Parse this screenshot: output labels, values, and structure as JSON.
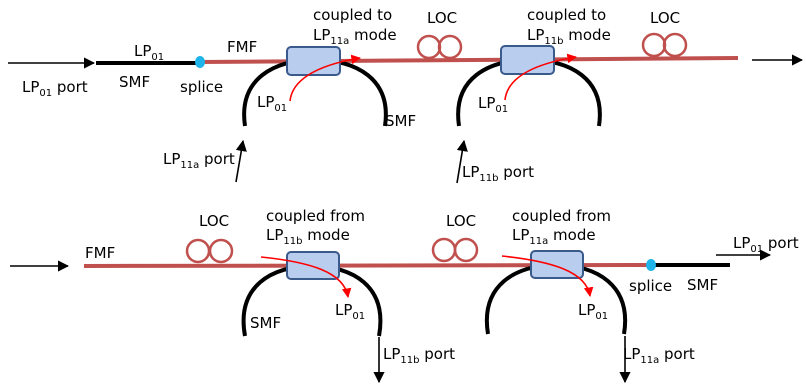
{
  "colors": {
    "fiber": "#c0504d",
    "smf": "#000000",
    "coupler_fill": "#b9cdee",
    "coupler_stroke": "#3a5a8c",
    "splice": "#1fb4ea",
    "mode_arrow": "#ff0000",
    "loc": "#c0504d"
  },
  "icons": {
    "splice": "splice-dot-icon",
    "loc": "loop-coil-icon",
    "coupler": "coupler-box-icon"
  },
  "top": {
    "input_port": {
      "main": "LP",
      "sub": "01",
      "tail": " port"
    },
    "input_mode": {
      "main": "LP",
      "sub": "01"
    },
    "smf_label": "SMF",
    "splice_label": "splice",
    "fmf_label": "FMF",
    "coupler_a": {
      "line1": "coupled to",
      "line2": {
        "main": "LP",
        "sub": "11a",
        "tail": " mode"
      },
      "loc": "LOC",
      "branch_mode": {
        "main": "LP",
        "sub": "01"
      },
      "branch_smf": "SMF",
      "port": {
        "main": "LP",
        "sub": "11a",
        "tail": " port"
      }
    },
    "coupler_b": {
      "line1": "coupled to",
      "line2": {
        "main": "LP",
        "sub": "11b",
        "tail": " mode"
      },
      "loc": "LOC",
      "branch_mode": {
        "main": "LP",
        "sub": "01"
      },
      "port": {
        "main": "LP",
        "sub": "11b",
        "tail": " port"
      }
    }
  },
  "bottom": {
    "fmf_label": "FMF",
    "coupler_a": {
      "loc": "LOC",
      "line1": "coupled from",
      "line2": {
        "main": "LP",
        "sub": "11b",
        "tail": " mode"
      },
      "branch_smf": "SMF",
      "branch_mode": {
        "main": "LP",
        "sub": "01"
      },
      "port": {
        "main": "LP",
        "sub": "11b",
        "tail": " port"
      }
    },
    "coupler_b": {
      "loc": "LOC",
      "line1": "coupled from",
      "line2": {
        "main": "LP",
        "sub": "11a",
        "tail": " mode"
      },
      "branch_mode": {
        "main": "LP",
        "sub": "01"
      },
      "port": {
        "main": "LP",
        "sub": "11a",
        "tail": " port"
      }
    },
    "splice_label": "splice",
    "smf_label": "SMF",
    "output_port": {
      "main": "LP",
      "sub": "01",
      "tail": " port"
    }
  }
}
